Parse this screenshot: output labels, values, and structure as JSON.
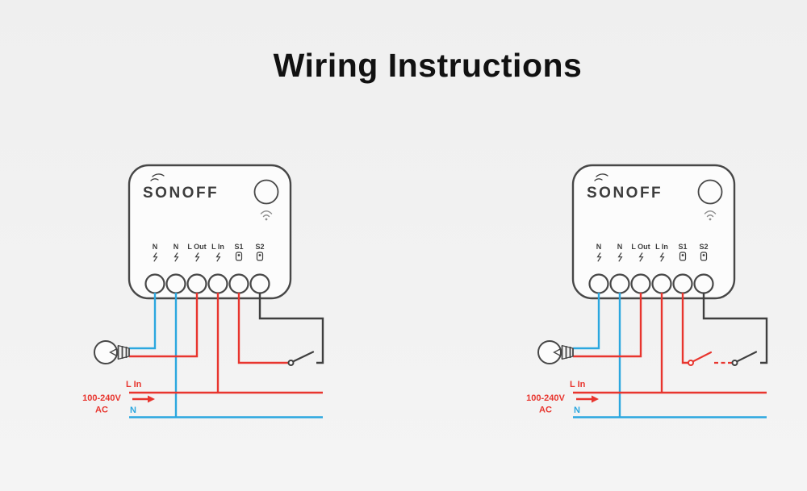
{
  "title": "Wiring Instructions",
  "brand": "SONOFF",
  "device": {
    "terminals": [
      "N",
      "N",
      "L Out",
      "L In",
      "S1",
      "S2"
    ]
  },
  "power": {
    "line_label": "L In",
    "voltage": "100-240V",
    "current": "AC",
    "neutral_label": "N"
  },
  "colors": {
    "live": "#e8352e",
    "neutral": "#2ba7df",
    "dark_wire": "#3f3f3f",
    "outline": "#474747",
    "title": "#111111",
    "background_top": "#efefef",
    "background_bottom": "#f4f4f4"
  }
}
